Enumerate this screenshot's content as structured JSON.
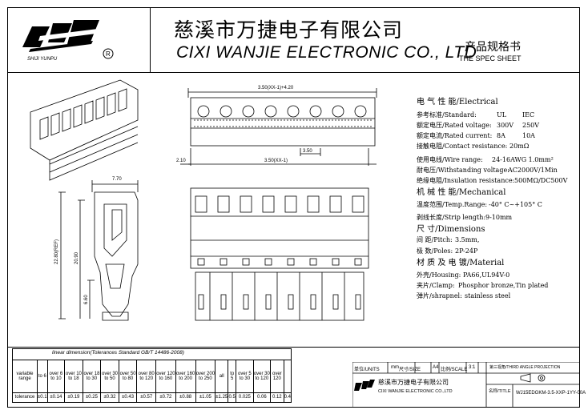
{
  "header": {
    "logo_text": "SHIJI YUNPU",
    "logo_mark": "®",
    "company_cn": "慈溪市万捷电子有限公司",
    "company_en": "CIXI  WANJIE  ELECTRONIC CO., LTD",
    "spec_cn": "产品规格书",
    "spec_en": "THE SPEC SHEET"
  },
  "dims": {
    "top_width": "3.50(XX-1)+4.20",
    "pitch": "3.50",
    "span": "3.50(XX-1)",
    "offset": "2.10",
    "side_width": "7.70",
    "height_ref": "22.80(REF)",
    "height_mid": "20.90",
    "height_low": "6.60"
  },
  "spec": {
    "electrical": "电 气 性 能/Electrical",
    "standard_label": "参考标准/Standard:",
    "standard_ul": "UL",
    "standard_iec": "IEC",
    "voltage_label": "额定电压/Rated voltage:",
    "voltage_ul": "300V",
    "voltage_iec": "250V",
    "current_label": "额定电流/Rated current:",
    "current_ul": "8A",
    "current_iec": "10A",
    "contact_label": "接触电阻/Contact resistance:",
    "contact_value": "20mΩ",
    "wire_label": "使用电线/Wire range:",
    "wire_value": "24-16AWG   1.0mm²",
    "withstand_label": "耐电压/Withstanding voltage:",
    "withstand_value": "AC2000V/1Min",
    "insulation_label": "绝缘电阻/Insulation resistance:",
    "insulation_value": "500MΩ/DC500V",
    "mechanical": "机 械 性 能/Mechanical",
    "temp_label": "温度范围/Temp.Range:",
    "temp_value": "-40° C~+105° C",
    "strip_label": "剥线长度/Strip length:",
    "strip_value": "9-10mm",
    "dimensions": "尺    寸/Dimensions",
    "pitch_label": "间 距/Pitch:",
    "pitch_value": "3.5mm,",
    "poles_label": "极 数/Poles:",
    "poles_value": "2P-24P",
    "material": "材 质 及 电 镀/Material",
    "housing_label": "外壳/Housing:",
    "housing_value": "PA66,UL94V-0",
    "clamp_label": "夹片/Clamp:",
    "clamp_value": "Phosphor bronze,Tin plated",
    "shrapnel_label": "弹片/shrapnel:",
    "shrapnel_value": "stainless steel"
  },
  "tolerance": {
    "caption": "linear  dimension(Tolerances  Standard  GB/T  14486-2008)",
    "row_label_1": "variable range",
    "row_label_2": "tolerance",
    "ranges": [
      "to 6",
      "over 6 to 10",
      "over 10 to 18",
      "over 18 to 30",
      "over 30 to 50",
      "over 50 to 80",
      "over 80 to 120",
      "over 120 to 160",
      "over 160 to 200",
      "over 200 to 250",
      "all",
      "to 5",
      "over 5 to 30",
      "over 30 to 120",
      "over 120"
    ],
    "values": [
      "±0.1",
      "±0.14",
      "±0.19",
      "±0.25",
      "±0.32",
      "±0.43",
      "±0.57",
      "±0.72",
      "±0.88",
      "±1.05",
      "±1.25",
      "0.5",
      "0.025",
      "0.06",
      "0.12",
      "0.4"
    ]
  },
  "title_block": {
    "unit_label": "单位/UNITS",
    "unit_value": "mm",
    "size_label": "尺寸/SIZE",
    "size_value": "A4",
    "scale_label": "比例/SCALE",
    "scale_value": "3:1",
    "projection": "第三视角/THIRD ANGLE PROJECTION",
    "company_cn": "慈溪市万捷电子有限公司",
    "company_en": "CIXI  WANJIE  ELECTRONIC CO.,LTD",
    "name_label": "名称/TITLE",
    "part_number": "WJ15EDGKM-3.5-XXP-1YY-00A"
  }
}
